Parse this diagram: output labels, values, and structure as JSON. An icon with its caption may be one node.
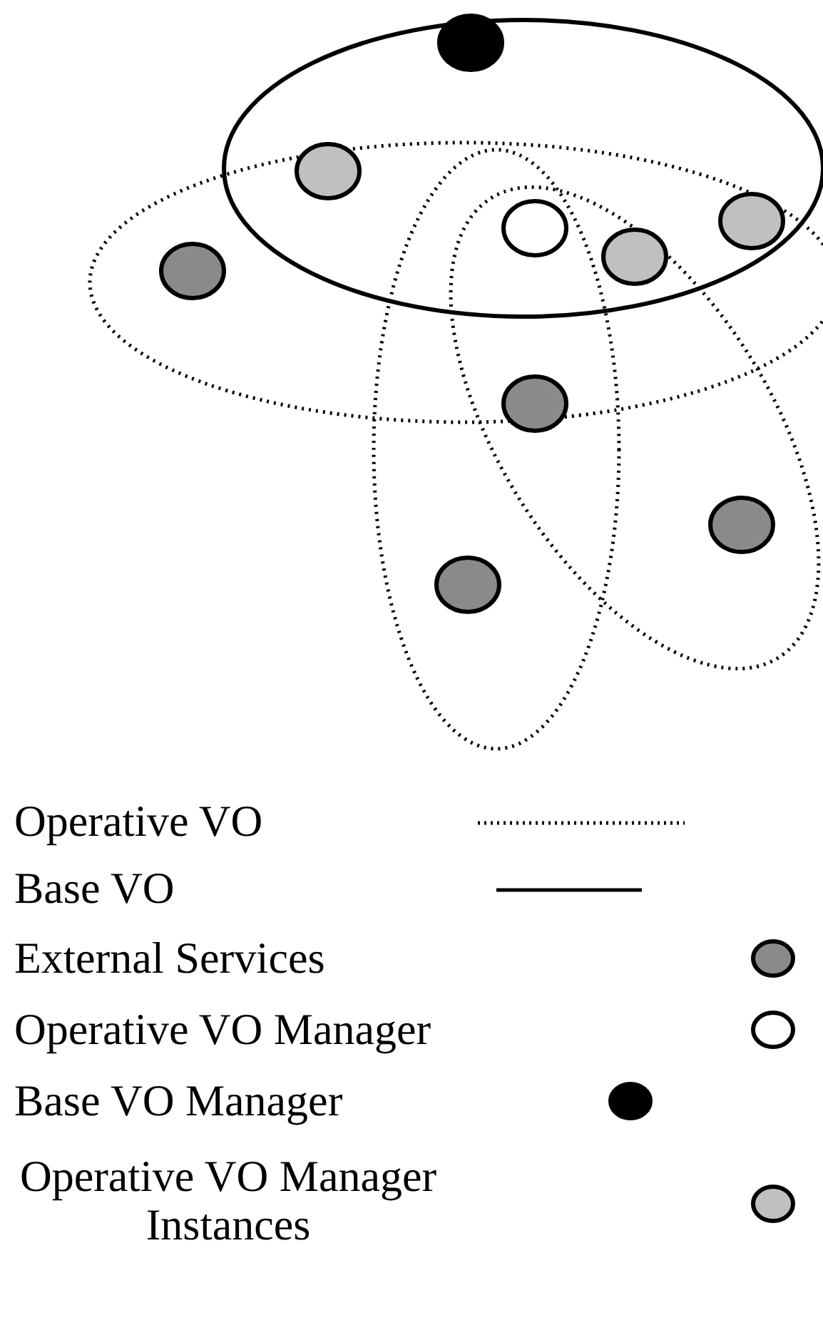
{
  "diagram": {
    "legend": [
      {
        "text": "Operative VO"
      },
      {
        "text": "Base VO"
      },
      {
        "text": "External Services",
        "color": "#8a8a8a"
      },
      {
        "text": "Operative VO Manager",
        "color": "#ffffff"
      },
      {
        "text": "Base VO Manager",
        "color": "#000000"
      },
      {
        "text": "Operative VO Manager Instances",
        "color": "#c0c0c0"
      }
    ]
  }
}
